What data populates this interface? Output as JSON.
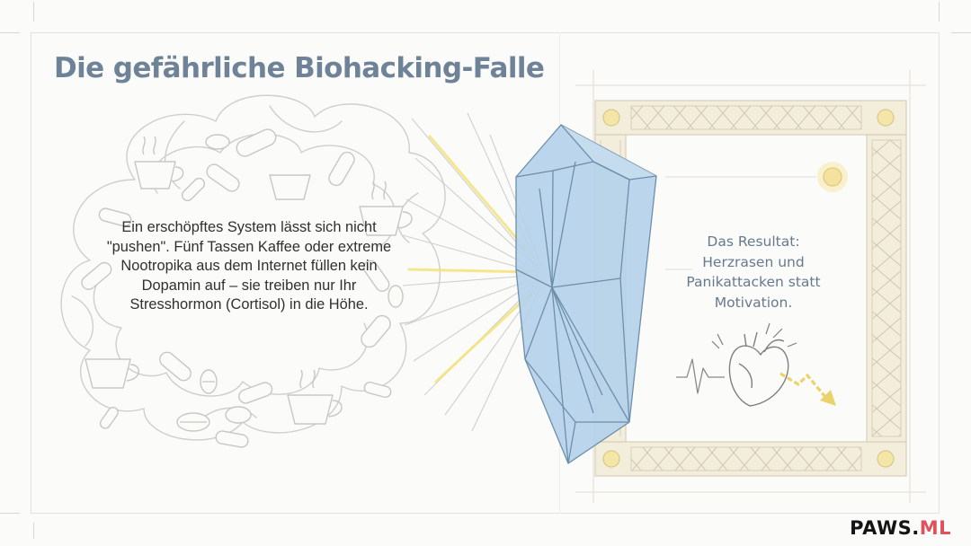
{
  "title": "Die gefährliche Biohacking-Falle",
  "left_text": "Ein erschöpftes System lässt sich nicht \"pushen\". Fünf Tassen Kaffee oder extreme Nootropika aus dem Internet füllen kein Dopamin auf – sie treiben nur Ihr Stresshormon (Cortisol) in die Höhe.",
  "right_text": "Das Resultat: Herzrasen und Panikattacken statt Motivation.",
  "brand": {
    "part1": "PAWS.",
    "part2": "ML"
  },
  "colors": {
    "title": "#6e8298",
    "crystal_fill": "#b4d2ea",
    "crystal_stroke": "#6d8eaa",
    "frame_beam": "#f1ead8",
    "accent_yellow": "#f5e27a",
    "brand_dark": "#141414",
    "brand_red": "#e0515c"
  },
  "icons": [
    "coffee-cup-icon",
    "pill-capsule-icon",
    "tablet-icon",
    "light-ray-icon",
    "crystal-shield-icon",
    "heart-icon",
    "heartbeat-line-icon",
    "zigzag-arrow-icon",
    "rivet-icon"
  ]
}
